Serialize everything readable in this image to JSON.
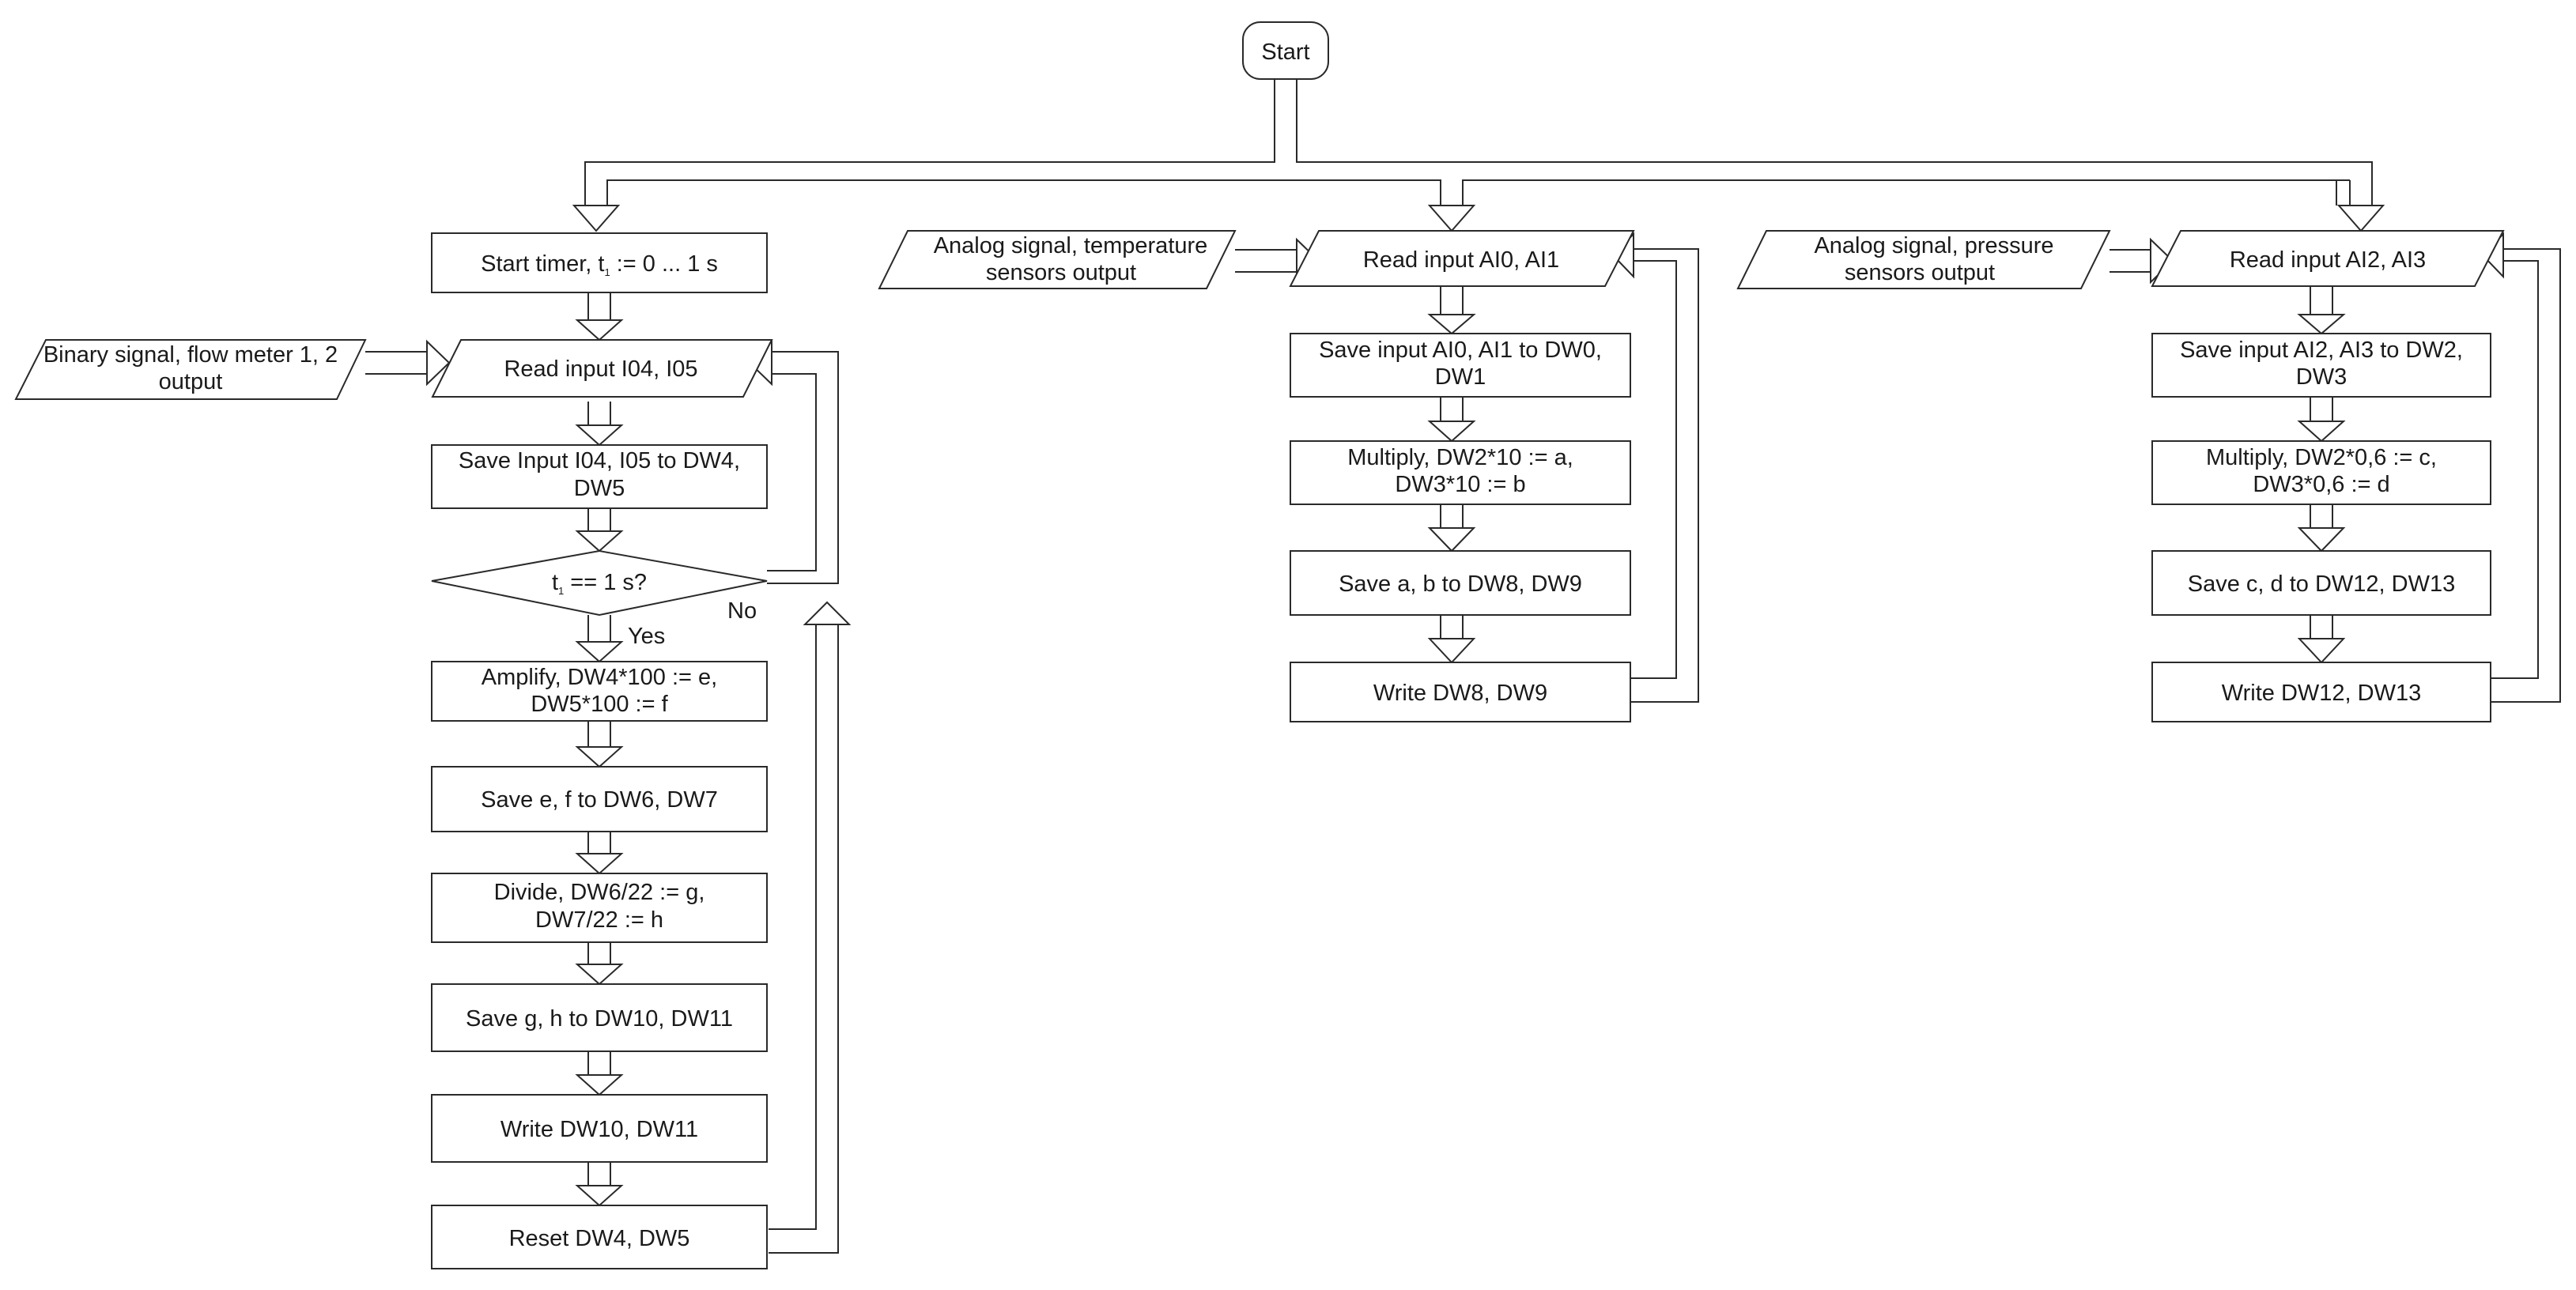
{
  "start": "Start",
  "branch_flow": {
    "timer_prefix": "Start timer, t",
    "timer_sub": "1",
    "timer_suffix": " := 0 ... 1 s",
    "input_line1": "Binary signal, flow meter 1, 2",
    "input_line2": "output",
    "read": "Read input I04, I05",
    "save1_line1": "Save Input I04, I05 to DW4,",
    "save1_line2": "DW5",
    "decision_prefix": "t",
    "decision_sub": "1",
    "decision_suffix": " == 1 s?",
    "yes": "Yes",
    "no": "No",
    "amplify_line1": "Amplify, DW4*100 := e,",
    "amplify_line2": "DW5*100 := f",
    "save2": "Save e, f to DW6, DW7",
    "divide_line1": "Divide, DW6/22 := g,",
    "divide_line2": "DW7/22 := h",
    "save3": "Save g, h to DW10, DW11",
    "write": "Write DW10, DW11",
    "reset": "Reset DW4, DW5"
  },
  "branch_temp": {
    "input_line1": "Analog signal, temperature",
    "input_line2": "sensors output",
    "read": "Read input AI0, AI1",
    "save1_line1": "Save input AI0, AI1 to DW0,",
    "save1_line2": "DW1",
    "multiply_line1": "Multiply, DW2*10 := a,",
    "multiply_line2": "DW3*10 := b",
    "save2": "Save a, b to DW8, DW9",
    "write": "Write DW8, DW9"
  },
  "branch_pressure": {
    "input_line1": "Analog signal, pressure",
    "input_line2": "sensors output",
    "read": "Read input AI2, AI3",
    "save1_line1": "Save input AI2, AI3 to DW2,",
    "save1_line2": "DW3",
    "multiply_line1": "Multiply, DW2*0,6 := c,",
    "multiply_line2": "DW3*0,6 := d",
    "save2": "Save c, d to DW12, DW13",
    "write": "Write DW12, DW13"
  }
}
